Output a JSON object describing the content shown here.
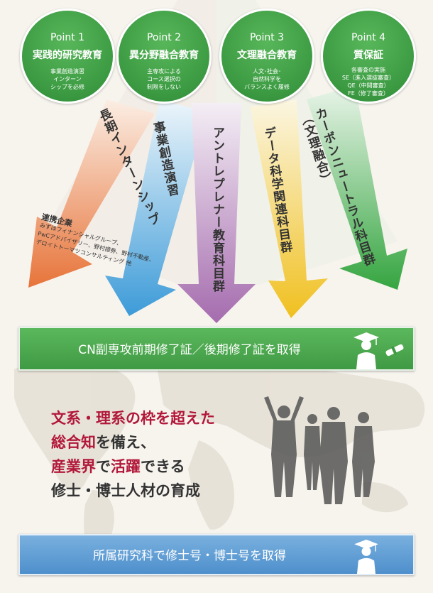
{
  "points": [
    {
      "point": "Point 1",
      "title": "実践的研究教育",
      "desc": "事業創造演習\nインターン\nシップを必修"
    },
    {
      "point": "Point 2",
      "title": "異分野融合教育",
      "desc": "主専攻による\nコース選択の\n制限をしない"
    },
    {
      "point": "Point 3",
      "title": "文理融合教育",
      "desc": "人文･社会･\n自然科学を\nバランスよく履修"
    },
    {
      "point": "Point 4",
      "title": "質保証",
      "desc": "各審査の実施\nSE（進入選抜審査）\nQE（中間審査）\nFE（修了審査）"
    }
  ],
  "arrows": [
    {
      "label": "長期インターンシップ",
      "color": "#e7743a"
    },
    {
      "label": "事業創造演習",
      "color": "#4aa3dc"
    },
    {
      "label": "アントレプレナー教育科目群",
      "color": "#b07ab6"
    },
    {
      "label": "データ科学関連科目群",
      "color": "#f0c020"
    },
    {
      "label": "カーボンニュートラル科目群\n（文理融合）",
      "color": "#3aa743"
    }
  ],
  "partners": {
    "title": "連携企業",
    "lines": [
      "みずほフィナンシャルグループ、",
      "PwCアドバイザリー、野村證券、野村不動産、",
      "デロイトトーマツコンサルティング 他"
    ]
  },
  "certificate_bar": {
    "text": "CN副専攻前期修了証／後期修了証を取得"
  },
  "slogan": {
    "line1": [
      {
        "t": "文系・理系の枠を超えた",
        "red": true
      }
    ],
    "line2": [
      {
        "t": "総合知",
        "red": true
      },
      {
        "t": "を備え、",
        "red": false
      }
    ],
    "line3": [
      {
        "t": "産業界",
        "red": true
      },
      {
        "t": "で",
        "red": false
      },
      {
        "t": "活躍",
        "red": true
      },
      {
        "t": "できる",
        "red": false
      }
    ],
    "line4": [
      {
        "t": "修士・博士人材の育成",
        "red": false
      }
    ]
  },
  "degree_bar": {
    "text": "所属研究科で修士号・博士号を取得"
  },
  "colors": {
    "green": "#46a84b",
    "blue": "#5b9bd5",
    "accent_red": "#b2183a",
    "people": "#555555"
  },
  "icons": [
    "graduate-icon",
    "diploma-icon",
    "people-silhouette-icon",
    "world-map-icon"
  ]
}
